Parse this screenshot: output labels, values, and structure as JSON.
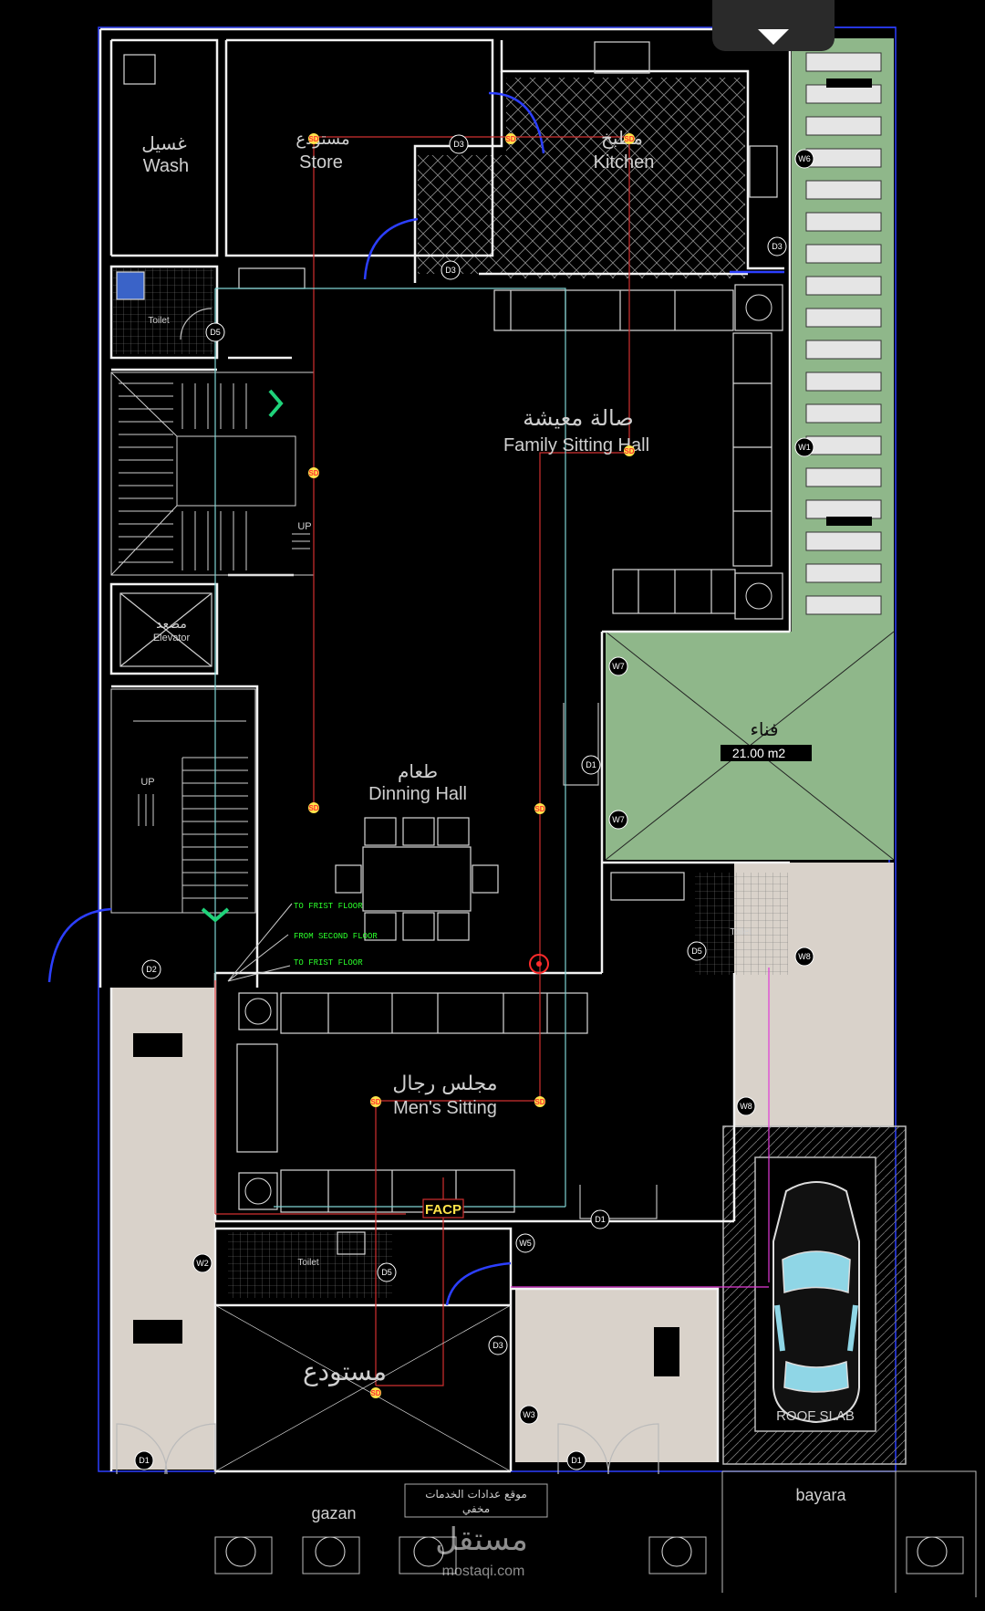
{
  "rooms": {
    "wash_ar": "غسيل",
    "wash_en": "Wash",
    "store_ar": "مستودع",
    "store_en": "Store",
    "kitchen_ar": "مطبخ",
    "kitchen_en": "Kitchen",
    "toilet_top": "Toilet",
    "family_ar": "صالة معيشة",
    "family_en": "Family Sitting Hall",
    "up_1": "UP",
    "up_2": "UP",
    "elevator_ar": "مصعد",
    "elevator_en": "Elevator",
    "court_ar": "فناء",
    "court_area": "21.00 m2",
    "dining_ar": "طعام",
    "dining_en": "Dinning Hall",
    "toilet_right": "Toilet",
    "men_ar": "مجلس رجال",
    "men_en": "Men's Sitting",
    "facp": "FACP",
    "toilet_bottom": "Toilet",
    "store2_ar": "مستودع",
    "roof_slab": "ROOF SLAB",
    "meters_ar_1": "موقع عدادات الخدمات",
    "meters_ar_2": "مخفي",
    "gazan": "gazan",
    "bayara": "bayara"
  },
  "floor_notes": {
    "to_first_1": "TO FRIST FLOOR",
    "from_second": "FROM SECOND FLOOR",
    "to_first_2": "TO FRIST FLOOR"
  },
  "sensors": {
    "sd_1": "SD",
    "sd_2": "SD",
    "sd_3": "SD",
    "sd_4": "SD",
    "sd_5": "SD",
    "sd_6": "SD",
    "sd_7": "SD",
    "sd_8": "SD",
    "sd_9": "SD",
    "sd_10": "SD"
  },
  "tags": {
    "d3_a": "D3",
    "d3_b": "D3",
    "d5_a": "D5",
    "d2": "D2",
    "w1": "W1",
    "w6": "W6",
    "w7_a": "W7",
    "w7_b": "W7",
    "d1_a": "D1",
    "d5_b": "D5",
    "w8_a": "W8",
    "w8_b": "W8",
    "d1_b": "D1",
    "w5": "W5",
    "w2": "W2",
    "d5_c": "D5",
    "d3_c": "D3",
    "w3": "W3",
    "d1_c": "D1",
    "d1_d": "D1",
    "d3_d": "D3"
  },
  "watermark": {
    "ar": "مستقل",
    "url": "mostaqi.com"
  },
  "icons": {
    "close": "chevron-down-icon"
  },
  "colors": {
    "background": "#000000",
    "wall": "#ffffff",
    "courtyard": "#8fb78a",
    "exterior_ground": "#d9d2ca",
    "smoke_detector_line": "#d03030",
    "water_line": "#7fd3d3",
    "boundary": "#2c3fff",
    "note_green": "#2bff2b"
  }
}
